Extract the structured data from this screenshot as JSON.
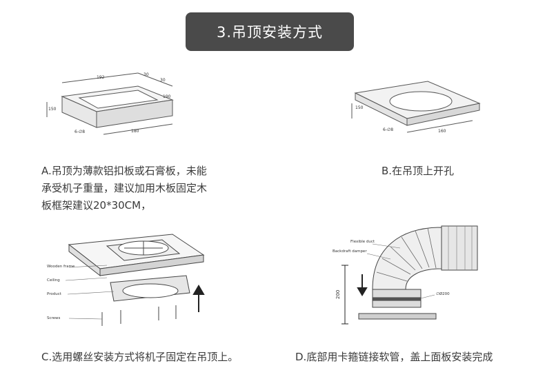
{
  "header": {
    "title": "3.吊顶安装方式"
  },
  "steps": {
    "a": {
      "lines": [
        "A.吊顶为薄款铝扣板或石膏板，未能",
        "承受机子重量，建议加用木板固定木",
        "板框架建议20*30CM，"
      ],
      "dims": [
        "192",
        "30",
        "30",
        "190",
        "150",
        "180",
        "6-∅8"
      ]
    },
    "b": {
      "caption": "B.在吊顶上开孔",
      "dims": [
        "150",
        "160",
        "6-∅8"
      ]
    },
    "c": {
      "caption": "C.选用螺丝安装方式将机子固定在吊顶上。",
      "labels": [
        "Wooden frame",
        "Ceiling",
        "Product",
        "Screws"
      ]
    },
    "d": {
      "caption": "D.底部用卡箍链接软管，盖上面板安装完成",
      "labels": [
        "Flexible duct",
        "Backdraft damper",
        "∅Ø200"
      ],
      "dim": "200"
    }
  }
}
